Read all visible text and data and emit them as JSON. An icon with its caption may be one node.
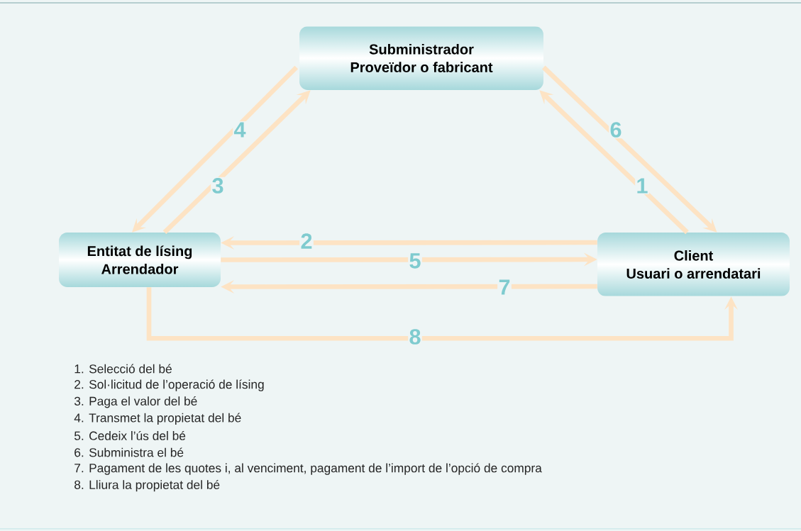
{
  "diagram": {
    "nodes": [
      {
        "text": [
          "Subministrador",
          "Proveïdor o fabricant"
        ]
      },
      {
        "text": [
          "Entitat de lísing",
          "Arrendador"
        ]
      },
      {
        "text": [
          "Client",
          "Usuari o arrendatari"
        ]
      }
    ],
    "edges": [
      {
        "from": 2,
        "to": 0,
        "arrow": "to",
        "label": "1"
      },
      {
        "from": 2,
        "to": 1,
        "arrow": "to",
        "label": "2"
      },
      {
        "from": 1,
        "to": 0,
        "arrow": "to",
        "label": "3"
      },
      {
        "from": 0,
        "to": 1,
        "arrow": "to",
        "label": "4"
      },
      {
        "from": 1,
        "to": 2,
        "arrow": "to",
        "label": "5"
      },
      {
        "from": 0,
        "to": 2,
        "arrow": "to",
        "label": "6"
      },
      {
        "from": 2,
        "to": 1,
        "arrow": "to",
        "label": "7"
      },
      {
        "from": 1,
        "to": 2,
        "arrow": "to",
        "label": "8"
      }
    ],
    "labels": [
      "1. Selecció del bé",
      "2. Sol·licitud de l’operació de lísing",
      "3. Paga el valor del bé",
      "4. Transmet la propietat del bé",
      "5. Cedeix l’ús del bé",
      "6. Subministra el bé",
      "7. Pagament de les quotes i, al venciment, pagament de l’import de l’opció de compra",
      "8. Lliura la propietat del bé"
    ]
  }
}
